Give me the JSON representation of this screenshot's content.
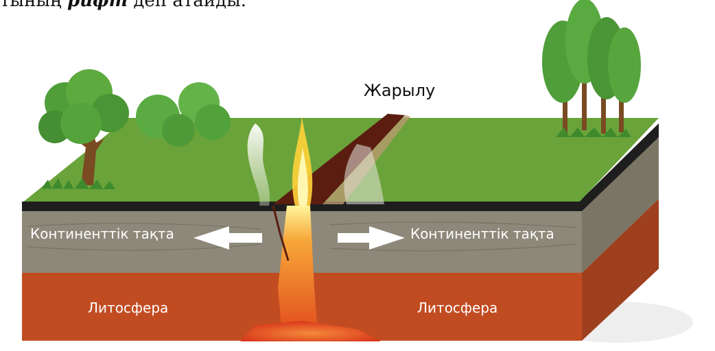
{
  "header_fragment": {
    "plain": "тының ",
    "emphasis": "рифт",
    "tail": " деп атайды."
  },
  "labels": {
    "crack": "Жарылу",
    "plate_left": "Континенттік тақта",
    "plate_right": "Континенттік тақта",
    "litho_left": "Литосфера",
    "litho_right": "Литосфера"
  },
  "colors": {
    "grass": "#6aa33a",
    "crust": "#8d8879",
    "lithosphere": "#c24c22",
    "magma": "#e8521f",
    "arrow": "#ffffff"
  }
}
